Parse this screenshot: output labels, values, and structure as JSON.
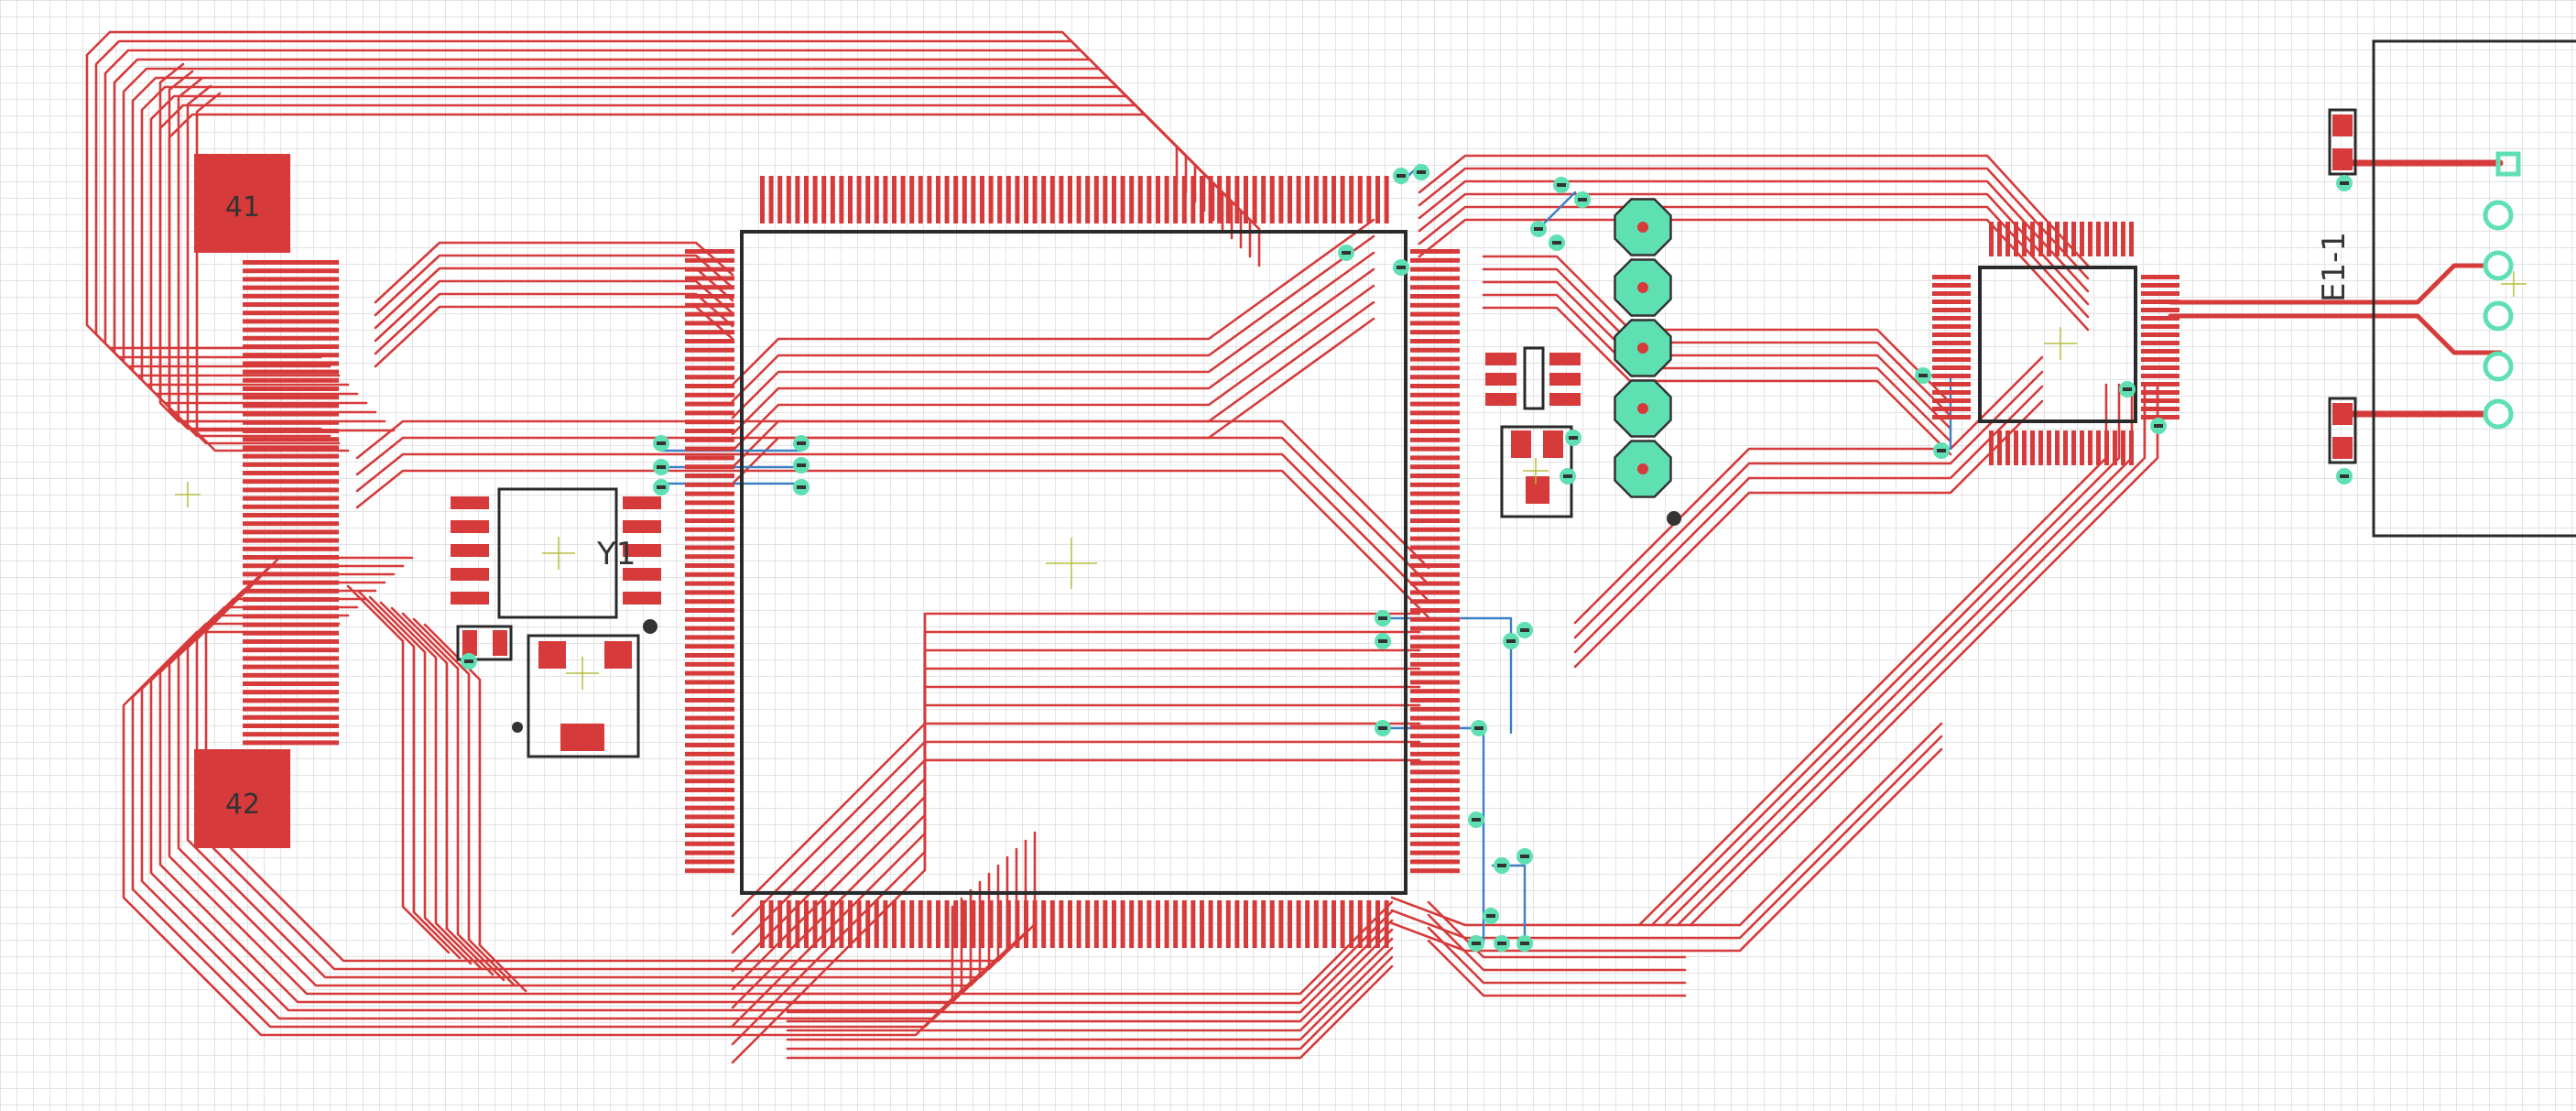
{
  "colors": {
    "background": "#ffffff",
    "grid": "#d2d2d2",
    "trace_top": "#d63a3a",
    "trace_bottom": "#3b7fc4",
    "pad": "#d63a3a",
    "via": "#5fe0b2",
    "outline": "#2a2a2a",
    "origin": "#b7bd3d"
  },
  "labels": {
    "pad_41": "41",
    "pad_42": "42",
    "crystal": "Y1",
    "connector": "E1-1"
  }
}
